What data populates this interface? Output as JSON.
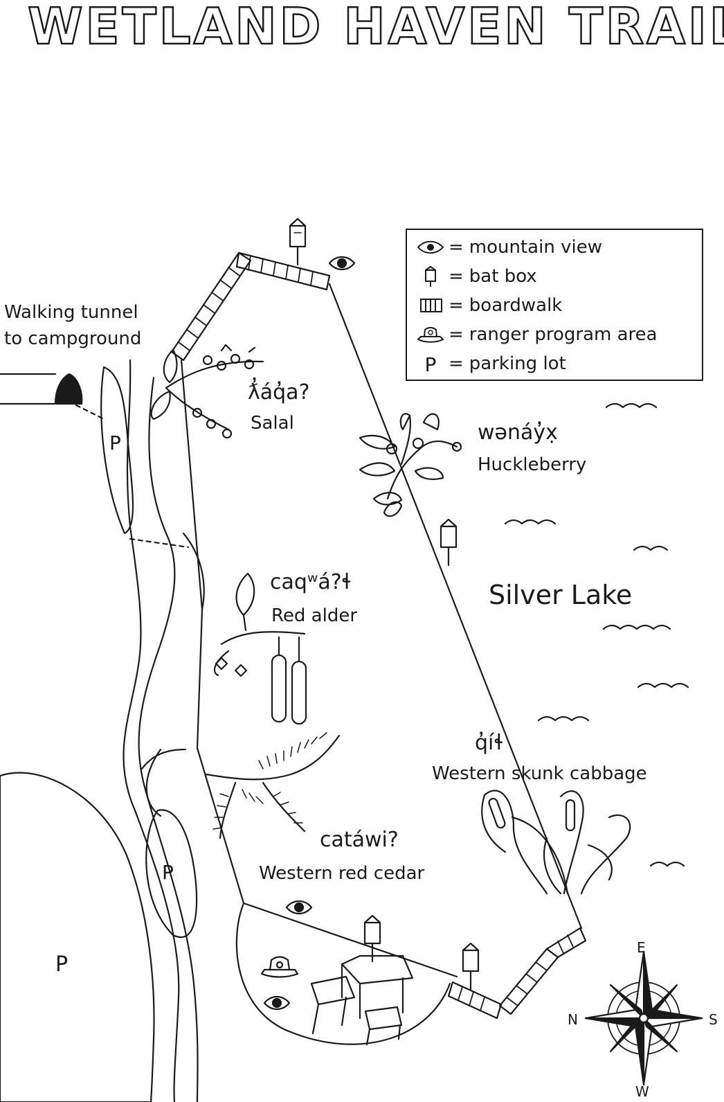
{
  "title": "WETLAND HAVEN TRAIL",
  "legend": {
    "items": [
      {
        "icon": "eye-icon",
        "label": "mountain view"
      },
      {
        "icon": "bat-box-icon",
        "label": "bat box"
      },
      {
        "icon": "boardwalk-icon",
        "label": "boardwalk"
      },
      {
        "icon": "ranger-hat-icon",
        "label": "ranger program area"
      },
      {
        "icon": "parking-icon",
        "symbol": "P",
        "label": "parking lot"
      }
    ],
    "equals": "="
  },
  "tunnel_label": {
    "line1": "Walking tunnel",
    "line2": "to campground"
  },
  "plants": [
    {
      "native": "ƛ̓áq̓a?",
      "common": "Salal"
    },
    {
      "native": "wənáy̓x̣",
      "common": "Huckleberry"
    },
    {
      "native": "caqʷá?ɬ",
      "common": "Red alder"
    },
    {
      "native": "q̓íɬ",
      "common": "Western skunk cabbage"
    },
    {
      "native": "catáwi?",
      "common": "Western red cedar"
    }
  ],
  "lake_label": "Silver Lake",
  "parking_symbol": "P",
  "compass": {
    "E": "E",
    "N": "N",
    "S": "S",
    "W": "W"
  },
  "colors": {
    "ink": "#1a1a1a",
    "paper": "#ffffff"
  }
}
